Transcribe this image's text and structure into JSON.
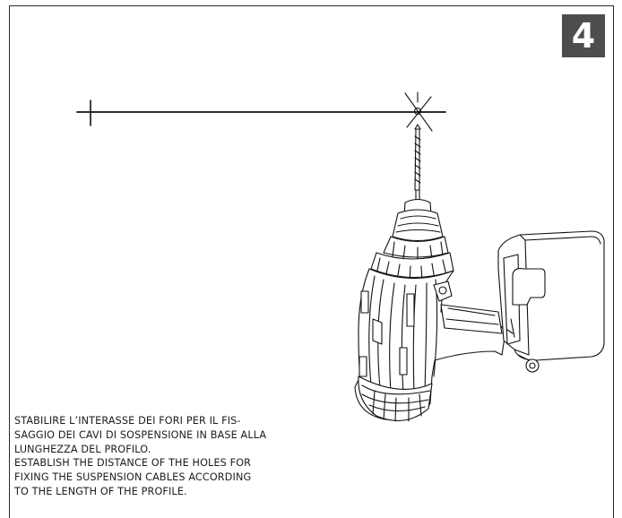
{
  "step": {
    "number": "4"
  },
  "instructions": {
    "italian": [
      "STABILIRE L’INTERASSE DEI FORI PER IL FIS-",
      "SAGGIO DEI CAVI DI SOSPENSIONE IN BASE ALLA",
      "LUNGHEZZA DEL PROFILO."
    ],
    "english": [
      "ESTABLISH THE DISTANCE OF THE HOLES FOR",
      "FIXING THE SUSPENSION CABLES ACCORDING",
      "TO THE LENGTH OF THE PROFILE."
    ]
  },
  "icons": [
    "drill-icon",
    "drill-bit-icon",
    "crosshair-mark-icon",
    "measure-line-icon"
  ]
}
